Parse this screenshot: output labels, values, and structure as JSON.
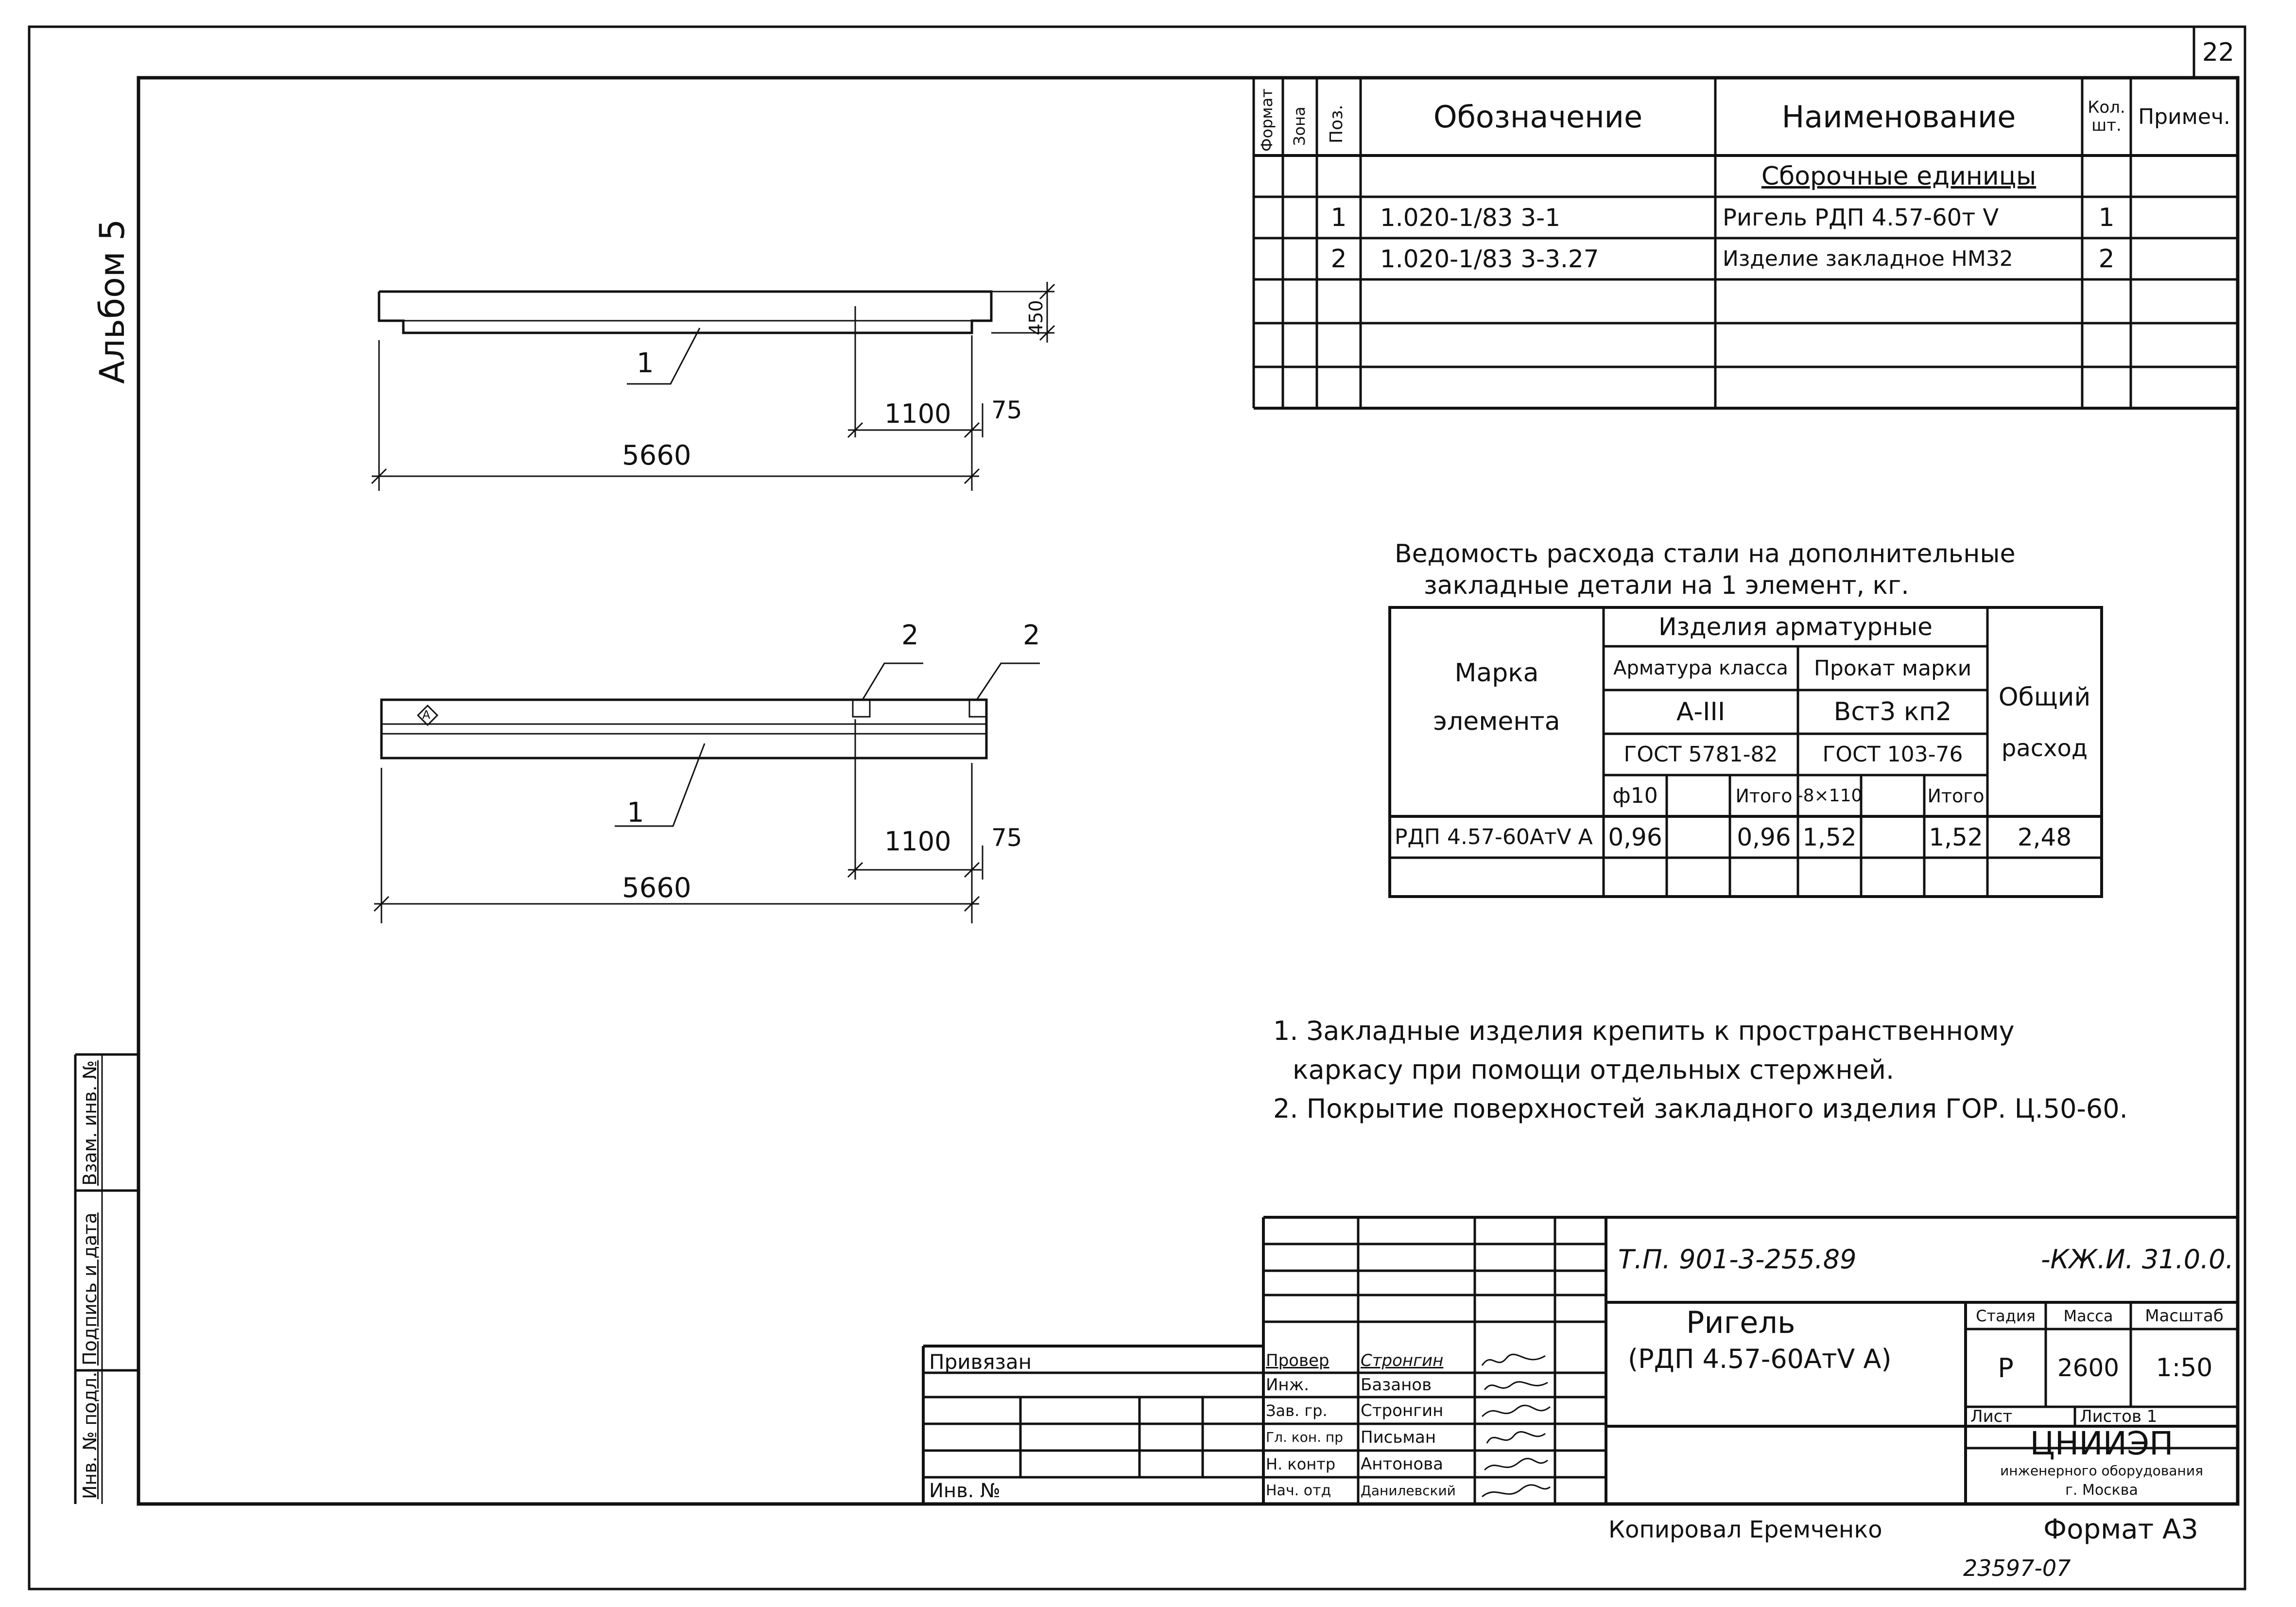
{
  "sheet_number": "22",
  "album_label": "Альбом 5",
  "spec_table": {
    "headers": [
      "Формат",
      "Зона",
      "Поз.",
      "Обозначение",
      "Наименование",
      "Кол. шт.",
      "Примеч."
    ],
    "section_title": "Сборочные единицы",
    "rows": [
      {
        "pos": "1",
        "designation": "1.020-1/83 3-1",
        "name": "Ригель РДП 4.57-60т V",
        "qty": "1"
      },
      {
        "pos": "2",
        "designation": "1.020-1/83 3-3.27",
        "name": "Изделие закладное НМ32",
        "qty": "2"
      }
    ]
  },
  "drawing": {
    "top": {
      "leader_1": "1",
      "dim_height": "450",
      "dim_offset": "1100",
      "dim_edge": "75",
      "dim_length": "5660"
    },
    "bottom": {
      "leader_1": "1",
      "leader_2a": "2",
      "leader_2b": "2",
      "marker": "А",
      "dim_offset": "1100",
      "dim_edge": "75",
      "dim_length": "5660"
    }
  },
  "steel_table": {
    "title_line1": "Ведомость расхода стали на дополнительные",
    "title_line2": "закладные детали на 1 элемент, кг.",
    "mark_header_line1": "Марка",
    "mark_header_line2": "элемента",
    "group_header": "Изделия арматурные",
    "sub1_header": "Арматура класса",
    "sub2_header": "Прокат марки",
    "sub1_class": "А-III",
    "sub2_class": "Вст3 кп2",
    "sub1_gost": "ГОСТ 5781-82",
    "sub2_gost": "ГОСТ 103-76",
    "col_d10": "ф10",
    "col_total1": "Итого",
    "col_strip": "-8×110",
    "col_total2": "Итого",
    "total_header_line1": "Общий",
    "total_header_line2": "расход",
    "row": {
      "mark": "РДП 4.57-60АтV А",
      "d10": "0,96",
      "total1": "0,96",
      "strip": "1,52",
      "total2": "1,52",
      "grand": "2,48"
    }
  },
  "notes": [
    "1. Закладные изделия крепить к пространственному",
    "каркасу при помощи отдельных стержней.",
    "2. Покрытие поверхностей закладного изделия ГОР. Ц.50-60."
  ],
  "title_block": {
    "code": "Т.П. 901-3-255.89",
    "code_suffix": "-КЖ.И. 31.0.0.",
    "item_name": "Ригель",
    "item_mark": "(РДП 4.57-60АтV А)",
    "stage_label": "Стадия",
    "mass_label": "Масса",
    "scale_label": "Масштаб",
    "stage": "Р",
    "mass": "2600",
    "scale": "1:50",
    "sheet_label": "Лист",
    "sheets_label": "Листов 1",
    "org_name": "ЦНИИЭП",
    "org_line2": "инженерного оборудования",
    "org_line3": "г. Москва",
    "attached_label": "Привязан",
    "inv_label": "Инв. №",
    "people": [
      {
        "role": "Провер",
        "name": "Стронгин"
      },
      {
        "role": "Инж.",
        "name": "Базанов"
      },
      {
        "role": "Зав. гр.",
        "name": "Стронгин"
      },
      {
        "role": "Гл. кон. пр",
        "name": "Письман"
      },
      {
        "role": "Н. контр",
        "name": "Антонова"
      },
      {
        "role": "Нач. отд",
        "name": "Данилевский"
      }
    ]
  },
  "left_margin": {
    "inv_podl": "Инв. № подл.",
    "podpis": "Подпись и дата",
    "vzam": "Взам. инв. №"
  },
  "copied_by": "Копировал Еремченко",
  "format": "Формат А3",
  "archive_number": "23597-07"
}
